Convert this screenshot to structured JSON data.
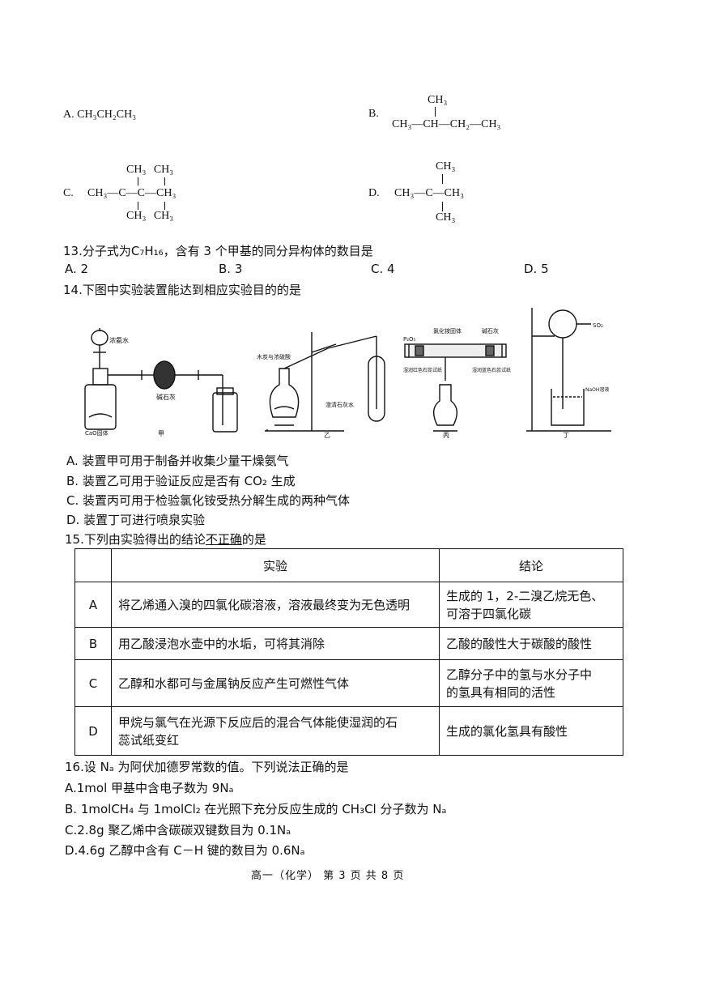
{
  "q12_options": {
    "A": {
      "label": "A.",
      "formula": "CH₃CH₂CH₃"
    },
    "B": {
      "label": "B.",
      "top": "CH₃",
      "main": "CH₃—CH—CH₂—CH₃"
    },
    "C": {
      "label": "C.",
      "top": "CH₃ CH₃",
      "main": "CH₃—C—C—CH₃",
      "bottom": "CH₃ CH₃"
    },
    "D": {
      "label": "D.",
      "top": "CH₃",
      "main": "CH₃—C—CH₃",
      "bottom": "CH₃"
    }
  },
  "q13": {
    "stem": "13.分子式为C₇H₁₆，含有 3 个甲基的同分异构体的数目是",
    "options": [
      "A. 2",
      "B. 3",
      "C. 4",
      "D. 5"
    ]
  },
  "q14": {
    "stem": "14.下图中实验装置能达到相应实验目的的是",
    "figure_labels": {
      "jia": {
        "top": "浓氨水",
        "flask": "CaO固体",
        "tube": "碱石灰",
        "caption": "甲"
      },
      "yi": {
        "reagent": "木炭与浓硫酸",
        "tube": "澄清石灰水",
        "caption": "乙"
      },
      "bing": {
        "p2o5": "P₂O₅",
        "nh4cl": "氯化铵固体",
        "soda": "碱石灰",
        "left_paper": "湿润红色石蕊试纸",
        "right_paper": "湿润蓝色石蕊试纸",
        "caption": "丙"
      },
      "ding": {
        "so2": "SO₂",
        "naoh": "NaOH溶液",
        "caption": "丁"
      }
    },
    "options": [
      "A.  装置甲可用于制备并收集少量干燥氨气",
      "B.  装置乙可用于验证反应是否有 CO₂ 生成",
      "C.  装置丙可用于检验氯化铵受热分解生成的两种气体",
      "D.  装置丁可进行喷泉实验"
    ]
  },
  "q15": {
    "stem_prefix": "15.下列由实验得出的结论",
    "stem_emph": "不正确",
    "stem_suffix": "的是",
    "headers": [
      "",
      "实验",
      "结论"
    ],
    "rows": [
      {
        "label": "A",
        "experiment": "将乙烯通入溴的四氯化碳溶液，溶液最终变为无色透明",
        "conclusion": [
          "生成的 1，2-二溴乙烷无色、",
          "可溶于四氯化碳"
        ]
      },
      {
        "label": "B",
        "experiment": "用乙酸浸泡水壶中的水垢，可将其消除",
        "conclusion": [
          "乙酸的酸性大于碳酸的酸性"
        ]
      },
      {
        "label": "C",
        "experiment": "乙醇和水都可与金属钠反应产生可燃性气体",
        "conclusion": [
          "乙醇分子中的氢与水分子中",
          "的氢具有相同的活性"
        ]
      },
      {
        "label": "D",
        "experiment": [
          "甲烷与氯气在光源下反应后的混合气体能使湿润的石",
          "蕊试纸变红"
        ],
        "conclusion": [
          "生成的氯化氢具有酸性"
        ]
      }
    ]
  },
  "q16": {
    "stem": "16.设 Nₐ 为阿伏加德罗常数的值。下列说法正确的是",
    "options": [
      "A.1mol 甲基中含电子数为 9Nₐ",
      "B. 1molCH₄ 与 1molCl₂ 在光照下充分反应生成的 CH₃Cl 分子数为 Nₐ",
      "C.2.8g 聚乙烯中含碳碳双键数目为 0.1Nₐ",
      "D.4.6g 乙醇中含有 C－H 键的数目为 0.6Nₐ"
    ]
  },
  "footer": "高一（化学）  第 3 页 共 8 页"
}
